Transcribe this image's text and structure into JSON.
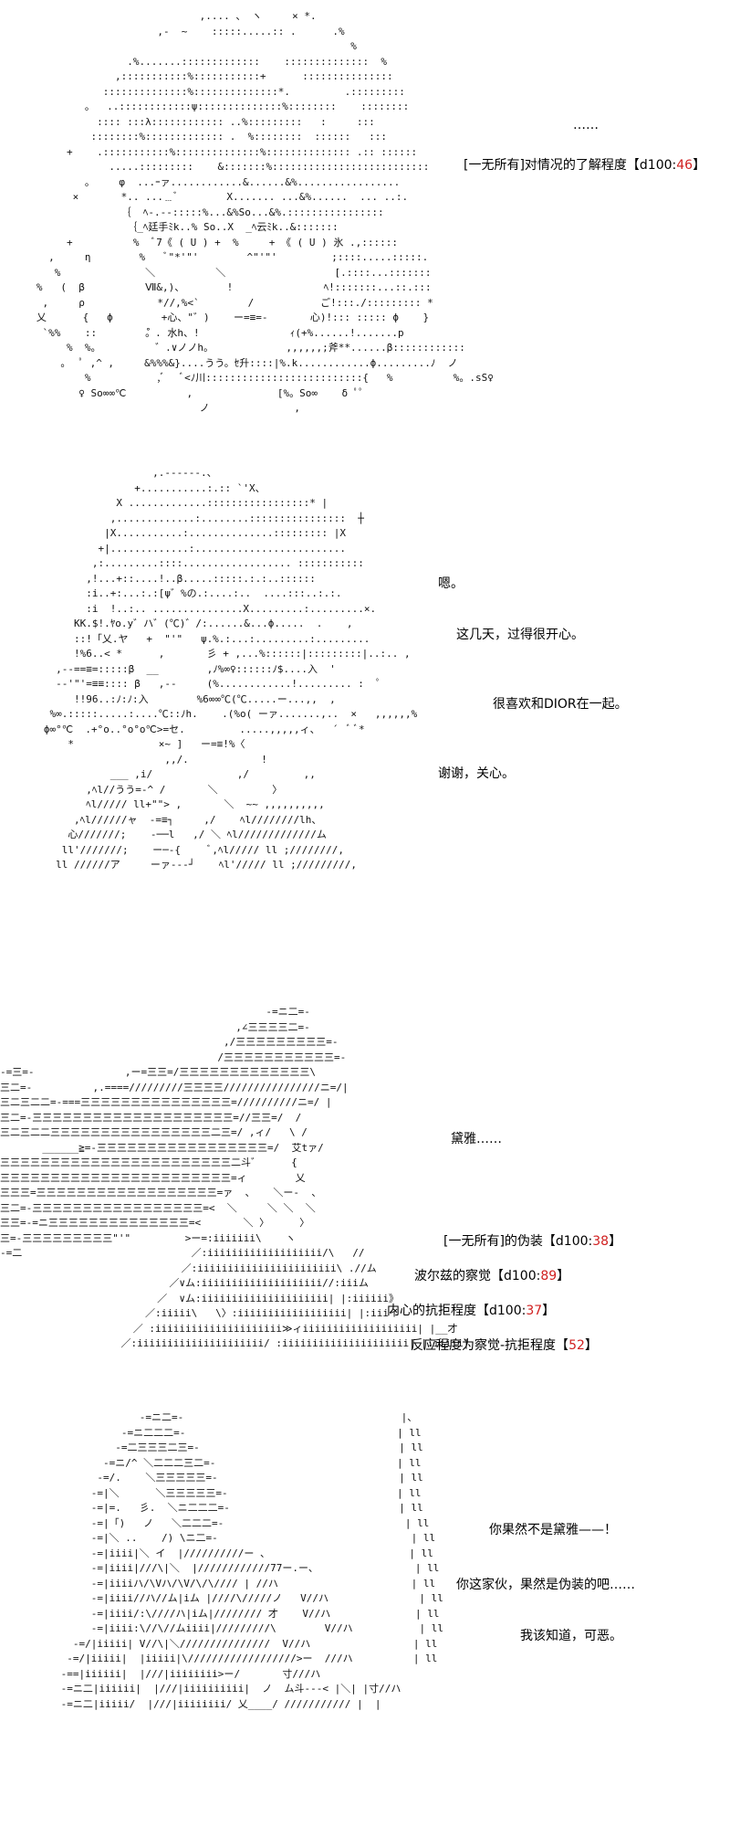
{
  "panel1": {
    "ellipsis": "……",
    "dice_label": "[一无所有]对情况的了解程度【d100:",
    "dice_value": "46",
    "dice_suffix": "】"
  },
  "panel2": {
    "line1": "嗯。",
    "line2": "这几天，过得很开心。",
    "line3": "很喜欢和DIOR在一起。",
    "line4": "谢谢，关心。"
  },
  "panel3": {
    "speech": "黛雅……",
    "rolls": [
      {
        "label": "[一无所有]的伪装【d100:",
        "value": "38",
        "suffix": "】"
      },
      {
        "label": "波尔兹的察觉【d100:",
        "value": "89",
        "suffix": "】"
      },
      {
        "label": "内心的抗拒程度【d100:",
        "value": "37",
        "suffix": "】"
      },
      {
        "label": "反应程度为察觉-抗拒程度【",
        "value": "52",
        "suffix": "】"
      }
    ]
  },
  "panel4": {
    "line1": "你果然不是黛雅——！",
    "line2": "你这家伙，果然是伪装的吧……",
    "line3": "我该知道，可恶。"
  },
  "colors": {
    "dice_number": "#d02020",
    "text": "#000000"
  }
}
